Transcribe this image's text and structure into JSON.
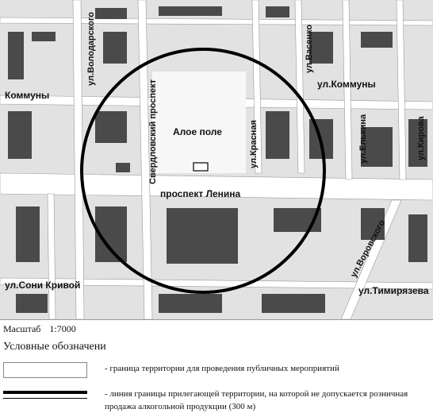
{
  "map": {
    "labels": {
      "volodarskogo": "ул.Володарского",
      "kommuny_left": "Коммуны",
      "sverdlovsky": "Свердловский проспект",
      "aloe_pole": "Алое поле",
      "vasenko": "ул.Васенко",
      "kommuny_right": "ул.Коммуны",
      "krasnaya": "ул.Красная",
      "elkina": "ул.Елькина",
      "kirova": "ул.Кирова",
      "lenina": "проспект Ленина",
      "vorovskogo": "ул.Воровского",
      "soni_krivoy": "ул.Сони Кривой",
      "timiryazeva": "ул.Тимирязева"
    },
    "colors": {
      "road": "#ffffff",
      "block": "#d6d6d6",
      "building": "#3a3a3a",
      "circle": "#000000"
    }
  },
  "scale": {
    "label": "Масштаб",
    "value": "1:7000"
  },
  "legend": {
    "title": "Условные обозначени",
    "items": [
      {
        "symbol": "white-rectangle",
        "text": "- граница территории для проведения публичных мероприятий"
      },
      {
        "symbol": "thick-black-line",
        "text": "- линия границы прилегающей территории, на которой не допускается розничная продажа алкогольной продукции (300 м)"
      }
    ]
  }
}
